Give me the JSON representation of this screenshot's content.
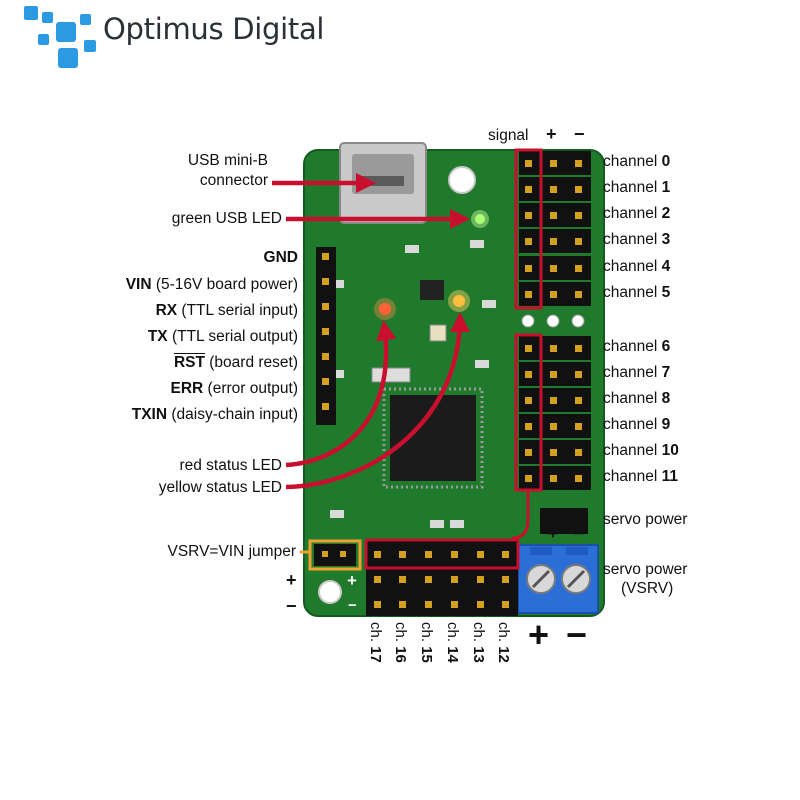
{
  "brand": {
    "name": "Optimus Digital",
    "accent": "#2a9be2"
  },
  "colors": {
    "board": "#1f7a2c",
    "highlight_red": "#c8102e",
    "highlight_orange": "#f0a030",
    "terminal_blue": "#2b6fd6",
    "arrow": "#c8102e"
  },
  "header_labels": {
    "signal": "signal",
    "plus": "+",
    "minus": "−"
  },
  "left_labels": {
    "usb_line1": "USB mini-B",
    "usb_line2": "connector",
    "green_led": "green USB LED",
    "gnd": "GND",
    "vin_bold": "VIN",
    "vin_rest": " (5-16V board power)",
    "rx_bold": "RX",
    "rx_rest": " (TTL serial input)",
    "tx_bold": "TX",
    "tx_rest": " (TTL serial output)",
    "rst_bold": "RST",
    "rst_rest": " (board reset)",
    "err_bold": "ERR",
    "err_rest": " (error output)",
    "txin_bold": "TXIN",
    "txin_rest": " (daisy-chain input)",
    "red_led": "red status LED",
    "yellow_led": "yellow status LED",
    "vsrv_jumper": "VSRV=VIN jumper",
    "plus": "+",
    "minus": "−"
  },
  "channels_right": [
    {
      "word": "channel",
      "num": "0"
    },
    {
      "word": "channel",
      "num": "1"
    },
    {
      "word": "channel",
      "num": "2"
    },
    {
      "word": "channel",
      "num": "3"
    },
    {
      "word": "channel",
      "num": "4"
    },
    {
      "word": "channel",
      "num": "5"
    },
    {
      "word": "channel",
      "num": "6"
    },
    {
      "word": "channel",
      "num": "7"
    },
    {
      "word": "channel",
      "num": "8"
    },
    {
      "word": "channel",
      "num": "9"
    },
    {
      "word": "channel",
      "num": "10"
    },
    {
      "word": "channel",
      "num": "11"
    }
  ],
  "servo_power": "servo power",
  "servo_power_vsrv_line1": "servo power",
  "servo_power_vsrv_line2": "(VSRV)",
  "bottom_channels": [
    {
      "word": "ch.",
      "num": "17"
    },
    {
      "word": "ch.",
      "num": "16"
    },
    {
      "word": "ch.",
      "num": "15"
    },
    {
      "word": "ch.",
      "num": "14"
    },
    {
      "word": "ch.",
      "num": "13"
    },
    {
      "word": "ch.",
      "num": "12"
    }
  ],
  "terminal_plus": "+",
  "terminal_minus": "−",
  "board_plus": "+",
  "board_minus": "−",
  "header_plus_small": "+",
  "header_minus_small": "−"
}
